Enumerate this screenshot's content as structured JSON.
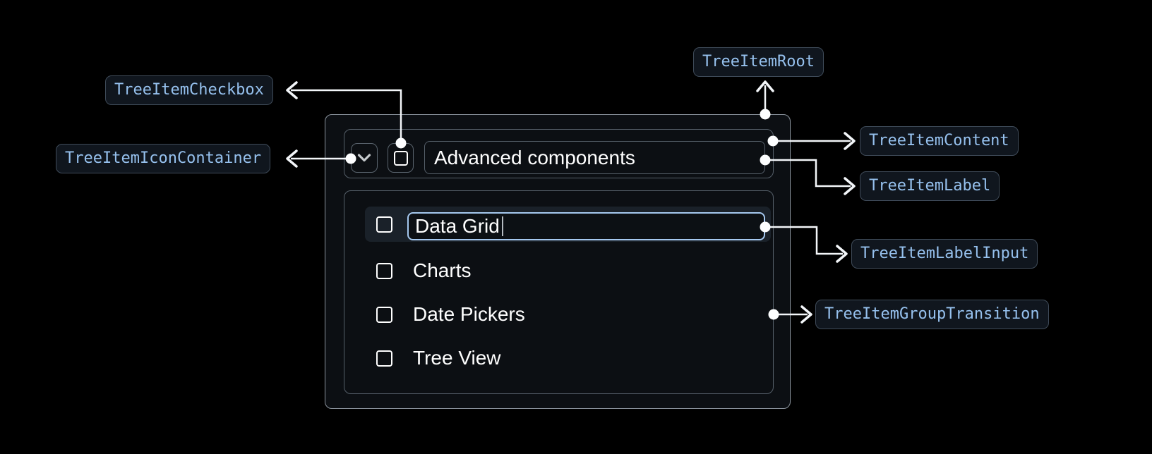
{
  "annotations": {
    "checkbox": {
      "label": "TreeItemCheckbox"
    },
    "icon_container": {
      "label": "TreeItemIconContainer"
    },
    "root": {
      "label": "TreeItemRoot"
    },
    "content": {
      "label": "TreeItemContent"
    },
    "label": {
      "label": "TreeItemLabel"
    },
    "label_input": {
      "label": "TreeItemLabelInput"
    },
    "group_transition": {
      "label": "TreeItemGroupTransition"
    }
  },
  "tree": {
    "root_item": {
      "label": "Advanced components",
      "expanded": true,
      "checked": false,
      "expand_icon": "chevron-down-icon",
      "checkbox_icon": "unchecked-square-icon"
    },
    "children": [
      {
        "label": "Data Grid",
        "editing": true,
        "checked": false
      },
      {
        "label": "Charts",
        "checked": false
      },
      {
        "label": "Date Pickers",
        "checked": false
      },
      {
        "label": "Tree View",
        "checked": false
      }
    ]
  },
  "colors": {
    "page_background": "#000000",
    "annotation_text": "#96c1ee",
    "annotation_border": "#3f4b59",
    "annotation_background": "#10161e",
    "connector": "#f3f6f9",
    "root_border": "#8b949e",
    "inner_border": "#555f69",
    "focused_input_border": "#a5c8ef",
    "highlighted_row_background": "#1a2129",
    "item_text": "#ffffff"
  }
}
